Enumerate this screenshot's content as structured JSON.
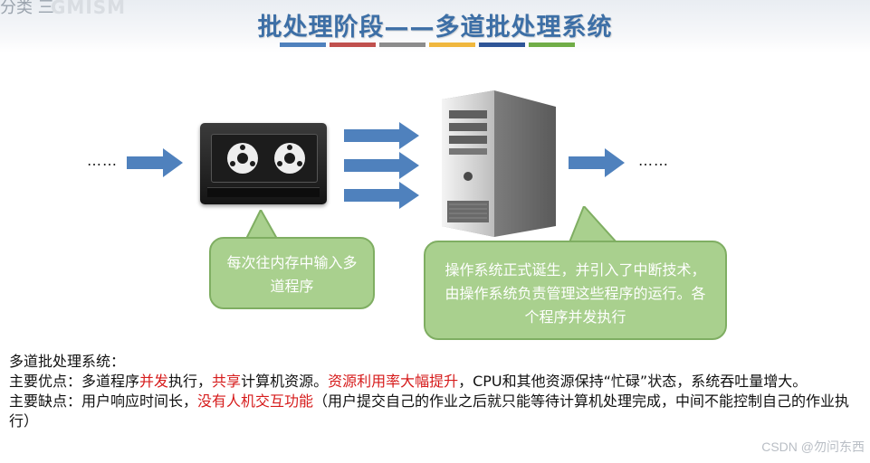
{
  "header": {
    "corner_text": "分类 三",
    "corner_logo": "GMISM",
    "title": "批处理阶段——多道批处理系统",
    "stripe_colors": [
      "#4f81bd",
      "#c0504d",
      "#8c8c8c",
      "#f0b73e",
      "#2e5597",
      "#70ad47"
    ]
  },
  "diagram": {
    "left_dots": "……",
    "right_dots": "……",
    "arrow_color": "#4f81bd",
    "tape_icon": "tape-reel-icon",
    "computer_icon": "server-tower-icon",
    "bubble_input": "每次往内存中输入多道程序",
    "bubble_os": "操作系统正式诞生，并引入了中断技术，由操作系统负责管理这些程序的运行。各个程序并发执行",
    "bubble_color": "#a9d08e"
  },
  "text": {
    "heading": "多道批处理系统：",
    "adv_prefix": "主要优点：多道程序",
    "adv_red1": "并发",
    "adv_mid1": "执行，",
    "adv_red2": "共享",
    "adv_mid2": "计算机资源。",
    "adv_red3": "资源利用率大幅提升",
    "adv_suffix": "，CPU和其他资源保持“忙碌”状态，系统吞吐量增大。",
    "dis_prefix": "主要缺点：用户响应时间长，",
    "dis_red": "没有人机交互功能",
    "dis_suffix": "（用户提交自己的作业之后就只能等待计算机处理完成，中间不能控制自己的作业执行）"
  },
  "watermark": "CSDN @勿问东西"
}
